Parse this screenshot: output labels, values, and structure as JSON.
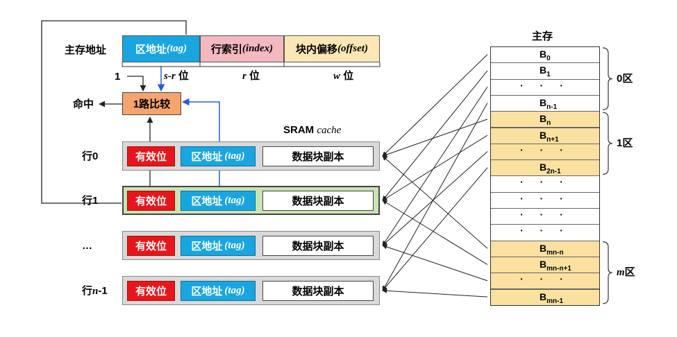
{
  "address": {
    "label": "主存地址",
    "fields": [
      {
        "text": "区地址",
        "tag": "(tag)",
        "bg": "#19a6e0",
        "fg": "#ffffff"
      },
      {
        "text": "行索引",
        "tag": "(index)",
        "bg": "#f4b8c0",
        "fg": "#000000"
      },
      {
        "text": "块内偏移",
        "tag": "(offset)",
        "bg": "#fbe7b5",
        "fg": "#000000"
      }
    ],
    "widths": [
      {
        "var": "s-r",
        "unit": "位"
      },
      {
        "var": "r",
        "unit": "位"
      },
      {
        "var": "w",
        "unit": "位"
      }
    ]
  },
  "comparator": {
    "label": "1路比较",
    "bg": "#f5a46e",
    "one_label": "1",
    "hit_label": "命中"
  },
  "cache": {
    "title": "SRAM",
    "title_italic": "cache",
    "rows": [
      {
        "label_pre": "行0",
        "label_var": "",
        "label_post": "",
        "highlight": false
      },
      {
        "label_pre": "行1",
        "label_var": "",
        "label_post": "",
        "highlight": true
      },
      {
        "label_pre": "…",
        "label_var": "",
        "label_post": "",
        "highlight": false
      },
      {
        "label_pre": "行",
        "label_var": "n",
        "label_post": "-1",
        "highlight": false
      }
    ],
    "valid_label": "有效位",
    "tag_text": "区地址",
    "tag_italic": "(tag)",
    "copy_label": "数据块副本",
    "row_bg": "#d9d9d9",
    "highlight_bg": "#c9e3b4"
  },
  "memory": {
    "title": "主存",
    "yellow": "#fbe1a0",
    "blocks": [
      {
        "base": "B",
        "sub": "0",
        "dots": false,
        "yellow": false
      },
      {
        "base": "B",
        "sub": "1",
        "dots": false,
        "yellow": false
      },
      {
        "base": "· · ·",
        "sub": "",
        "dots": true,
        "yellow": false
      },
      {
        "base": "B",
        "sub": "n-1",
        "dots": false,
        "yellow": false
      },
      {
        "base": "B",
        "sub": "n",
        "dots": false,
        "yellow": true
      },
      {
        "base": "B",
        "sub": "n+1",
        "dots": false,
        "yellow": true
      },
      {
        "base": "· · ·",
        "sub": "",
        "dots": true,
        "yellow": true
      },
      {
        "base": "B",
        "sub": "2n-1",
        "dots": false,
        "yellow": true
      },
      {
        "base": "· · ·",
        "sub": "",
        "dots": true,
        "yellow": false
      },
      {
        "base": "· · ·",
        "sub": "",
        "dots": true,
        "yellow": false
      },
      {
        "base": "· · ·",
        "sub": "",
        "dots": true,
        "yellow": false
      },
      {
        "base": "· · ·",
        "sub": "",
        "dots": true,
        "yellow": false
      },
      {
        "base": "B",
        "sub": "mn-n",
        "dots": false,
        "yellow": true
      },
      {
        "base": "B",
        "sub": "mn-n+1",
        "dots": false,
        "yellow": true
      },
      {
        "base": "· · ·",
        "sub": "",
        "dots": true,
        "yellow": true
      },
      {
        "base": "B",
        "sub": "mn-1",
        "dots": false,
        "yellow": true
      }
    ],
    "zones": [
      {
        "pre": "0区",
        "var": "",
        "post": "",
        "from": 0,
        "to": 3
      },
      {
        "pre": "1区",
        "var": "",
        "post": "",
        "from": 4,
        "to": 7
      },
      {
        "pre": "",
        "var": "m",
        "post": "区",
        "from": 12,
        "to": 15
      }
    ],
    "mapping": [
      {
        "block": 0,
        "row": 0
      },
      {
        "block": 4,
        "row": 0
      },
      {
        "block": 12,
        "row": 0
      },
      {
        "block": 1,
        "row": 1
      },
      {
        "block": 5,
        "row": 1
      },
      {
        "block": 13,
        "row": 1
      },
      {
        "block": 2,
        "row": 2
      },
      {
        "block": 6,
        "row": 2
      },
      {
        "block": 14,
        "row": 2
      },
      {
        "block": 3,
        "row": 3
      },
      {
        "block": 7,
        "row": 3
      },
      {
        "block": 15,
        "row": 3
      }
    ]
  }
}
